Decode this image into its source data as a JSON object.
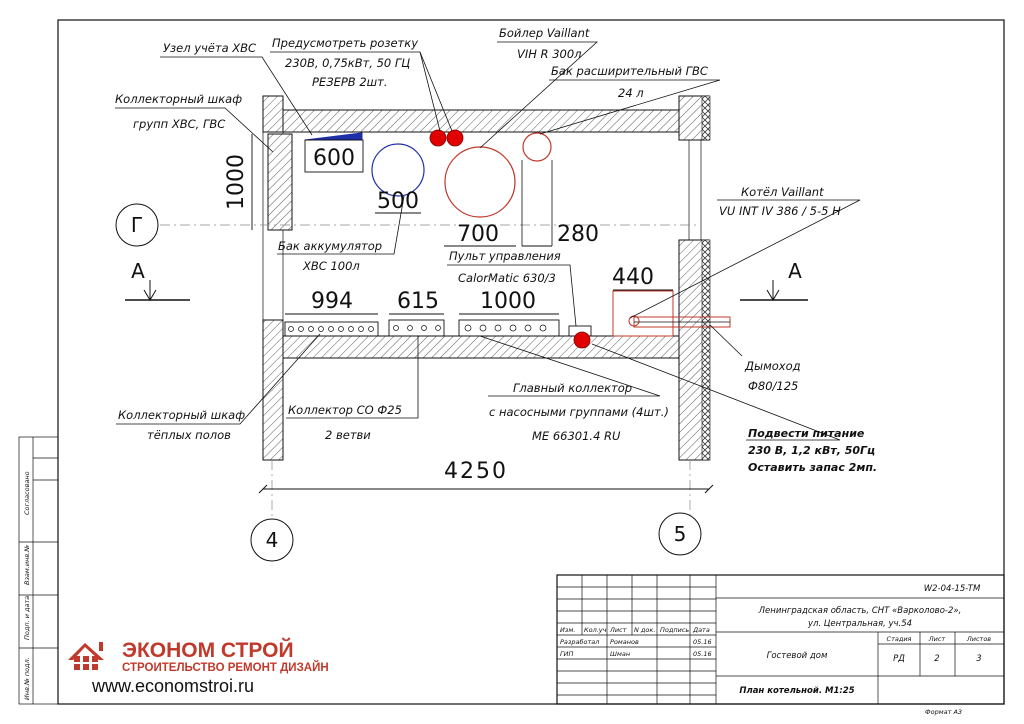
{
  "labels": {
    "water_meter": "Узел учёта ХВС",
    "socket_1": "Предусмотреть розетку",
    "socket_2": "230В, 0,75кВт, 50 ГЦ",
    "socket_3": "РЕЗЕРВ 2шт.",
    "boiler_1": "Бойлер Vaillant",
    "boiler_2": "VIH R 300л",
    "exp_tank_1": "Бак расширительный ГВС",
    "exp_tank_2": "24 л",
    "cabinet_hot_1": "Коллекторный шкаф",
    "cabinet_hot_2": "групп ХВС, ГВС",
    "accum_1": "Бак аккумулятор",
    "accum_2": "ХВС 100л",
    "panel_1": "Пульт управления",
    "panel_2": "CalorMatic 630/3",
    "kotel_1": "Котёл Vaillant",
    "kotel_2": "VU INT IV 386 / 5-5 H",
    "chimney_1": "Дымоход",
    "chimney_2": "Ф80/125",
    "cabinet_floor_1": "Коллекторный шкаф",
    "cabinet_floor_2": "тёплых полов",
    "coll_co_1": "Коллектор СО Ф25",
    "coll_co_2": "2 ветви",
    "main_coll_1": "Главный коллектор",
    "main_coll_2": "с насосными группами (4шт.)",
    "main_coll_3": "МЕ 66301.4 RU",
    "power_1": "Подвести питание",
    "power_2": "230 В, 1,2 кВт, 50Гц",
    "power_3": "Оставить запас 2мп."
  },
  "dimensions": {
    "d600": "600",
    "d1000v": "1000",
    "d500": "500",
    "d700": "700",
    "d280": "280",
    "d994": "994",
    "d615": "615",
    "d1000h": "1000",
    "d440": "440",
    "d4250": "4250"
  },
  "axes": {
    "g": "Г",
    "four": "4",
    "five": "5",
    "sec_left": "А",
    "sec_right": "А"
  },
  "title_block": {
    "code": "W2-04-15-TM",
    "address_1": "Ленинградская область, СНТ «Варколово-2»,",
    "address_2": "ул. Центральная, уч.54",
    "col_izm": "Изм.",
    "col_kol": "Кол.уч",
    "col_list": "Лист",
    "col_ndok": "N док.",
    "col_podp": "Подпись",
    "col_data": "Дата",
    "razrab": "Разработал",
    "razrab_name": "Романов",
    "razrab_date": "05.16",
    "gip": "ГИП",
    "gip_name": "Шман",
    "gip_date": "05.16",
    "object": "Гостевой дом",
    "stage_hdr": "Стадия",
    "sheet_hdr": "Лист",
    "sheets_hdr": "Листов",
    "stage": "РД",
    "sheet": "2",
    "sheets": "3",
    "sheet_title": "План котельной. М1:25",
    "format": "Формат А3"
  },
  "side_stamp": {
    "s1": "Согласовано",
    "s2": "Взам.инв.№",
    "s3": "Подп. и дата",
    "s4": "Инв.№ подл."
  },
  "logo": {
    "name": "ЭКОНОМ СТРОЙ",
    "tagline": "СТРОИТЕЛЬСТВО РЕМОНТ ДИЗАЙН",
    "url": "www.economstroi.ru"
  },
  "colors": {
    "equipment": "#c0392b",
    "accumulator": "#1f2fa8",
    "socket": "#e00000",
    "meter": "#1f2fa8",
    "brand": "#c0392b"
  }
}
